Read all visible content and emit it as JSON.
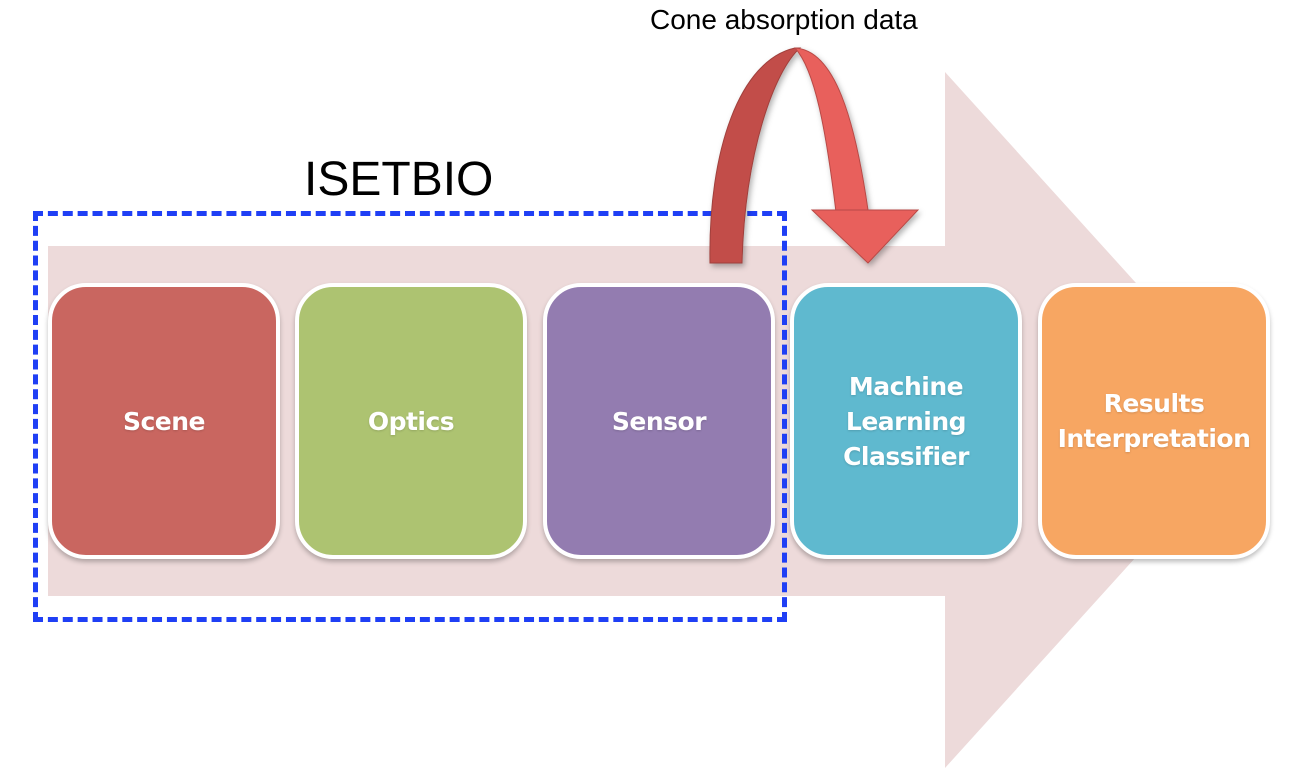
{
  "title_labels": {
    "group_label": "ISETBIO",
    "transfer_label": "Cone absorption data"
  },
  "pipeline": {
    "stages": [
      {
        "id": "scene",
        "label": "Scene",
        "color": "#c96660",
        "in_group": true
      },
      {
        "id": "optics",
        "label": "Optics",
        "color": "#adc371",
        "in_group": true
      },
      {
        "id": "sensor",
        "label": "Sensor",
        "color": "#937cb0",
        "in_group": true
      },
      {
        "id": "classifier",
        "label": "Machine\nLearning\nClassifier",
        "color": "#5fb9cf",
        "in_group": false
      },
      {
        "id": "results",
        "label": "Results\nInterpretation",
        "color": "#f7a662",
        "in_group": false
      }
    ],
    "flow_arrow_color": "#eddada",
    "group_border_color": "#1f3ff5",
    "transfer_arrow": {
      "from": "Sensor",
      "to": "Machine Learning Classifier",
      "color": "#e8615c",
      "dark_color": "#c24e4a"
    }
  }
}
